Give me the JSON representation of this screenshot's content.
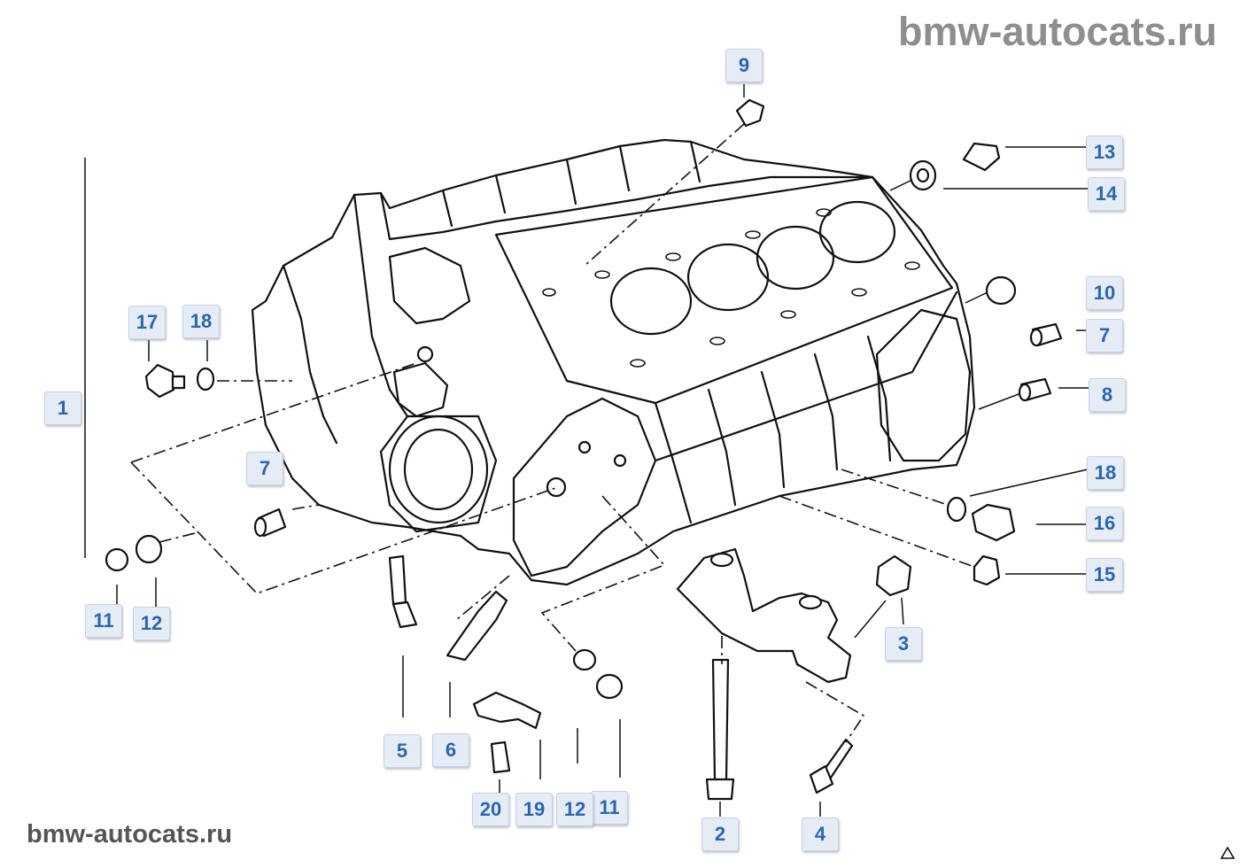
{
  "watermark": {
    "top": "bmw-autocats.ru",
    "bottom": "bmw-autocats.ru"
  },
  "callouts": [
    {
      "label": "9"
    },
    {
      "label": "13"
    },
    {
      "label": "14"
    },
    {
      "label": "10"
    },
    {
      "label": "7"
    },
    {
      "label": "8"
    },
    {
      "label": "18"
    },
    {
      "label": "16"
    },
    {
      "label": "15"
    },
    {
      "label": "3"
    },
    {
      "label": "4"
    },
    {
      "label": "2"
    },
    {
      "label": "11"
    },
    {
      "label": "12"
    },
    {
      "label": "19"
    },
    {
      "label": "20"
    },
    {
      "label": "6"
    },
    {
      "label": "5"
    },
    {
      "label": "12"
    },
    {
      "label": "11"
    },
    {
      "label": "1"
    },
    {
      "label": "17"
    },
    {
      "label": "18"
    },
    {
      "label": "7"
    }
  ],
  "icons": {
    "corner": "triangle-icon"
  },
  "colors": {
    "callout_text": "#2a66b0",
    "callout_bg": "#e6ecf5",
    "watermark": "#8e8e8e",
    "drawing": "#111111"
  }
}
